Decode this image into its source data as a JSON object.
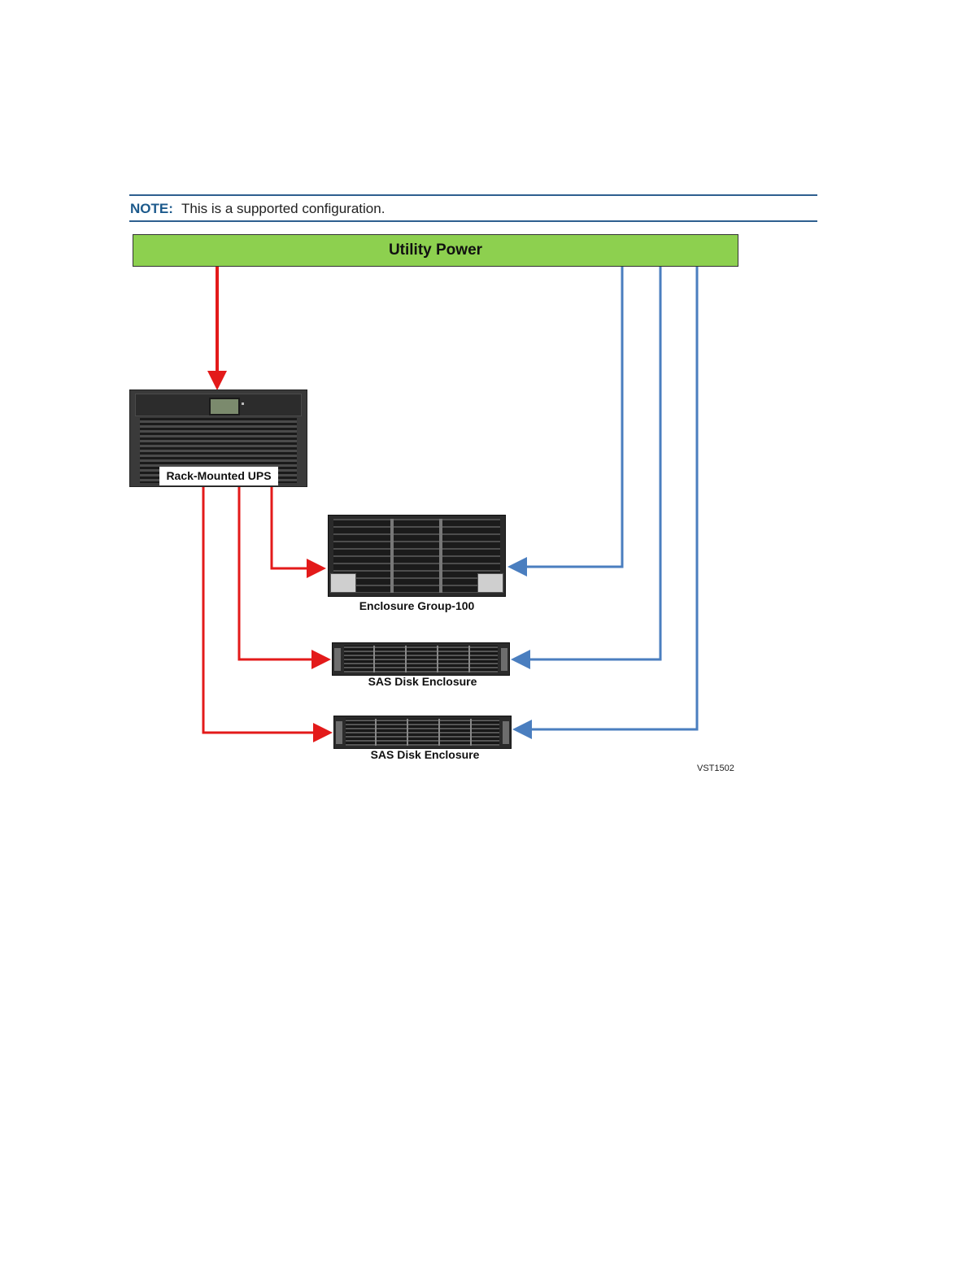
{
  "note": {
    "label": "NOTE:",
    "text": "This is a supported configuration."
  },
  "utility": {
    "label": "Utility Power",
    "color": "#8dd04f"
  },
  "ups": {
    "label": "Rack-Mounted UPS"
  },
  "enclosure_group": {
    "label": "Enclosure Group-100"
  },
  "sas_1": {
    "label": "SAS Disk Enclosure"
  },
  "sas_2": {
    "label": "SAS Disk Enclosure"
  },
  "figure_id": "VST1502",
  "colors": {
    "ups_feed": "#e31a1a",
    "utility_feed": "#4a7ebf",
    "note_rule": "#2e5f8f"
  }
}
